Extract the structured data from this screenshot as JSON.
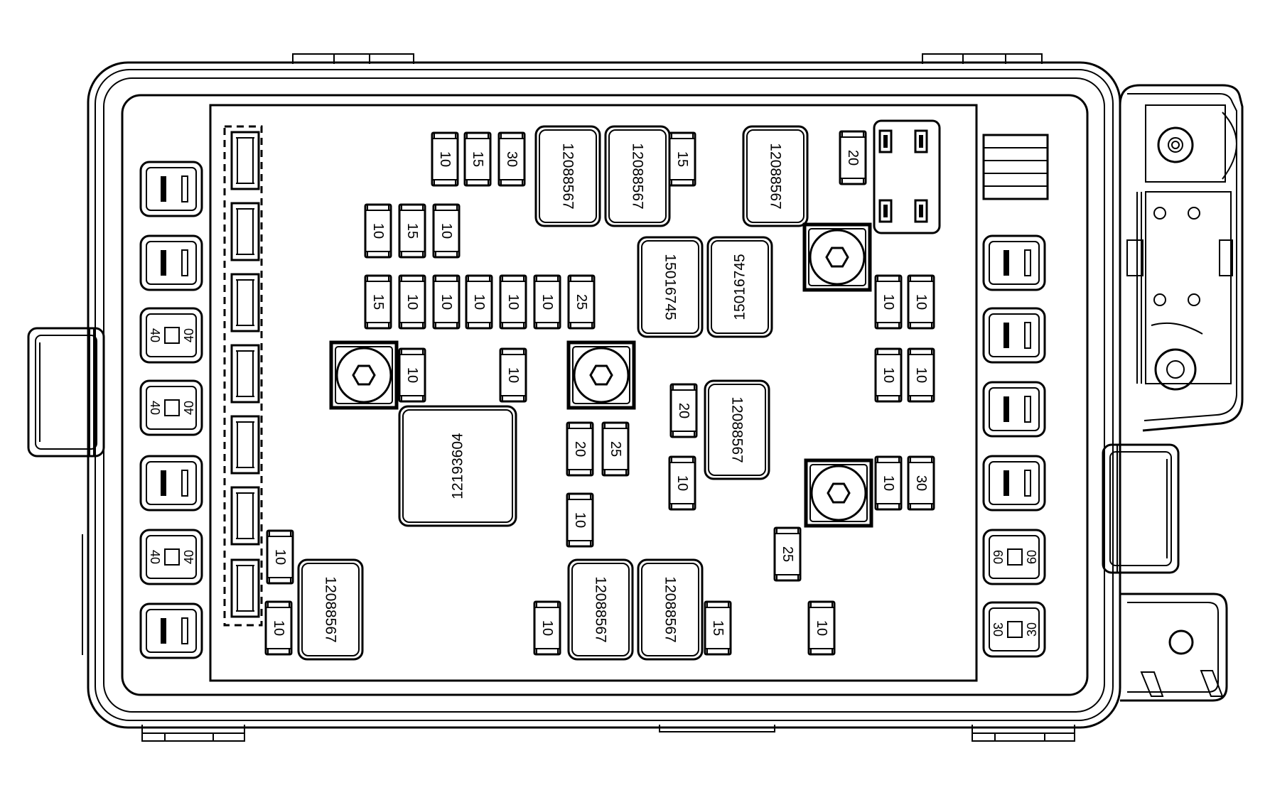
{
  "fuse_panel": {
    "mini_fuses": [
      {
        "id": "f1",
        "label": "10"
      },
      {
        "id": "f2",
        "label": "15"
      },
      {
        "id": "f3",
        "label": "30"
      },
      {
        "id": "f4",
        "label": "15"
      },
      {
        "id": "f5",
        "label": "20"
      },
      {
        "id": "f6",
        "label": "10"
      },
      {
        "id": "f7",
        "label": "15"
      },
      {
        "id": "f8",
        "label": "10"
      },
      {
        "id": "f9",
        "label": "15"
      },
      {
        "id": "f10",
        "label": "10"
      },
      {
        "id": "f11",
        "label": "10"
      },
      {
        "id": "f12",
        "label": "10"
      },
      {
        "id": "f13",
        "label": "10"
      },
      {
        "id": "f14",
        "label": "10"
      },
      {
        "id": "f15",
        "label": "25"
      },
      {
        "id": "f16",
        "label": "10"
      },
      {
        "id": "f17",
        "label": "10"
      },
      {
        "id": "f18",
        "label": "10"
      },
      {
        "id": "f19",
        "label": "10"
      },
      {
        "id": "f20",
        "label": "10"
      },
      {
        "id": "f21",
        "label": "10"
      },
      {
        "id": "f22",
        "label": "20"
      },
      {
        "id": "f23",
        "label": "20"
      },
      {
        "id": "f24",
        "label": "25"
      },
      {
        "id": "f25",
        "label": "10"
      },
      {
        "id": "f26",
        "label": "10"
      },
      {
        "id": "f27",
        "label": "30"
      },
      {
        "id": "f28",
        "label": "10"
      },
      {
        "id": "f29",
        "label": "25"
      },
      {
        "id": "f30",
        "label": "10"
      },
      {
        "id": "f31",
        "label": "10"
      },
      {
        "id": "f32",
        "label": "10"
      },
      {
        "id": "f33",
        "label": "15"
      },
      {
        "id": "f34",
        "label": "10"
      }
    ],
    "relays": [
      {
        "id": "r1",
        "label": "12088567"
      },
      {
        "id": "r2",
        "label": "12088567"
      },
      {
        "id": "r3",
        "label": "12088567"
      },
      {
        "id": "r4",
        "label": "15016745"
      },
      {
        "id": "r5",
        "label": "15016745"
      },
      {
        "id": "r6",
        "label": "12193604"
      },
      {
        "id": "r7",
        "label": "12088567"
      },
      {
        "id": "r8",
        "label": "12088567"
      },
      {
        "id": "r9",
        "label": "12088567"
      },
      {
        "id": "r10",
        "label": "12088567"
      }
    ],
    "maxi_fuses": [
      {
        "id": "m1",
        "label_a": "40",
        "label_b": "40"
      },
      {
        "id": "m2",
        "label_a": "40",
        "label_b": "40"
      },
      {
        "id": "m3",
        "label_a": "40",
        "label_b": "40"
      },
      {
        "id": "m4",
        "label_a": "60",
        "label_b": "60"
      },
      {
        "id": "m5",
        "label_a": "30",
        "label_b": "30"
      }
    ]
  }
}
